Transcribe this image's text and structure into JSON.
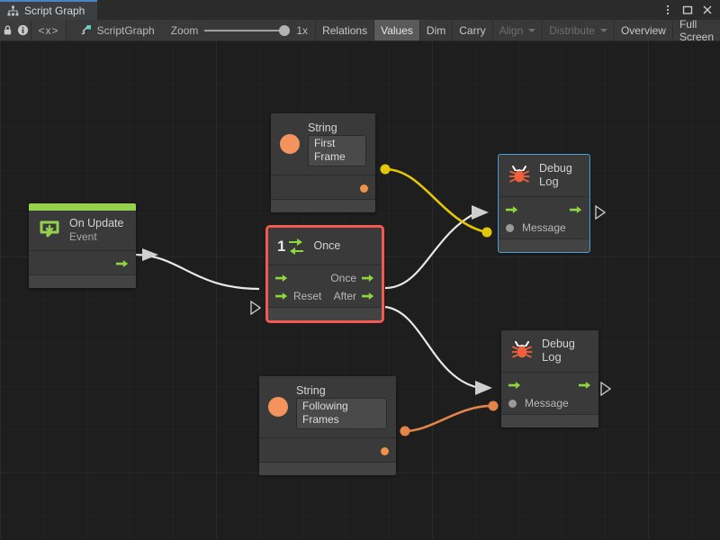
{
  "window": {
    "tab_label": "Script Graph",
    "tab_icon": "graph-icon",
    "menu_icon": "kebab-menu-icon",
    "maximize_icon": "maximize-icon",
    "close_icon": "close-icon",
    "accent_color": "#4b82c4"
  },
  "toolbar": {
    "lock_icon": "lock-icon",
    "info_icon": "info-icon",
    "code_label": "<x>",
    "graph_icon": "scriptgraph-icon",
    "graph_name": "ScriptGraph",
    "zoom_label": "Zoom",
    "zoom_value": "1x",
    "buttons": [
      {
        "label": "Relations",
        "state": "normal"
      },
      {
        "label": "Values",
        "state": "active"
      },
      {
        "label": "Dim",
        "state": "normal"
      },
      {
        "label": "Carry",
        "state": "normal"
      },
      {
        "label": "Align",
        "state": "disabled",
        "caret": true
      },
      {
        "label": "Distribute",
        "state": "disabled",
        "caret": true
      },
      {
        "label": "Overview",
        "state": "normal"
      },
      {
        "label": "Full Screen",
        "state": "normal"
      }
    ]
  },
  "graph": {
    "nodes": [
      {
        "id": "on-update",
        "title": "On Update",
        "subtitle": "Event",
        "icon": "event-update-icon",
        "accent_color": "#96d14e",
        "selected": "none"
      },
      {
        "id": "string-first-frame",
        "title": "String",
        "value": "First Frame",
        "icon": "string-value-icon",
        "selected": "none"
      },
      {
        "id": "once",
        "title": "Once",
        "badge": "1",
        "icon": "once-loop-icon",
        "selected": "red",
        "ports_in": [
          "",
          "Reset"
        ],
        "ports_out": [
          "Once",
          "After"
        ]
      },
      {
        "id": "string-following-frames",
        "title": "String",
        "value": "Following Frames",
        "icon": "string-value-icon",
        "selected": "none"
      },
      {
        "id": "debug-log-top",
        "title": "Debug",
        "subtitle": "Log",
        "icon": "bug-icon",
        "message_label": "Message",
        "selected": "blue"
      },
      {
        "id": "debug-log-bottom",
        "title": "Debug",
        "subtitle": "Log",
        "icon": "bug-icon",
        "message_label": "Message",
        "selected": "none"
      }
    ],
    "wire_colors": {
      "flow": "#e8e8e8",
      "string_top": "#e3c706",
      "string_bottom": "#e3854a"
    }
  }
}
